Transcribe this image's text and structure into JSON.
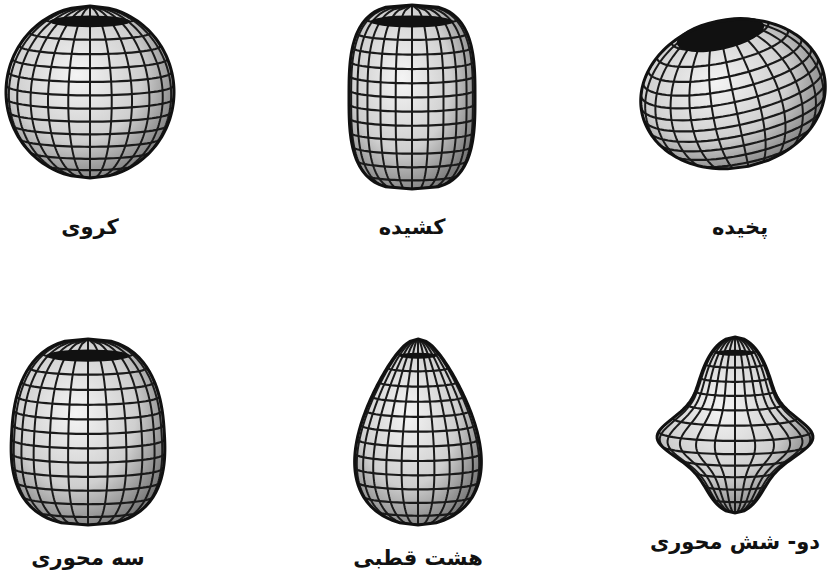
{
  "diagram": {
    "labels": [
      "کروی",
      "کشیده",
      "پخیده",
      "سه محوری",
      "هشت قطبی",
      "دو- شش محوری"
    ]
  }
}
